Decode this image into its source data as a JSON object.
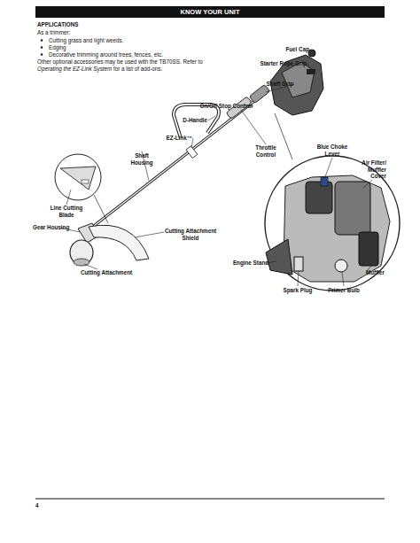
{
  "diagram": {
    "title": "KNOW YOUR UNIT",
    "labels": [
      "APPLICATIONS",
      "As a trimmer:",
      "Cutting grass and light weeds.",
      "Edging",
      "Decorative trimming around trees, fences, etc.",
      "Other optional accessories may be used with the TB70SS. Refer to",
      "Operating the EZ-Link System",
      "for a list of add-ons.",
      "Fuel Cap",
      "Starter Rope Grip",
      "Shaft Grip",
      "On/Off Stop Control",
      "D-Handle",
      "EZ-Link™",
      "Shaft Housing",
      "Throttle Control",
      "Blue Choke Lever",
      "Air Filter/ Muffler Cover",
      "Line Cutting Blade",
      "Gear Housing",
      "Cutting Attachment Shield",
      "Cutting Attachment",
      "Engine Stand",
      "Muffler",
      "Spark Plug",
      "Primer Bulb",
      "4"
    ]
  }
}
